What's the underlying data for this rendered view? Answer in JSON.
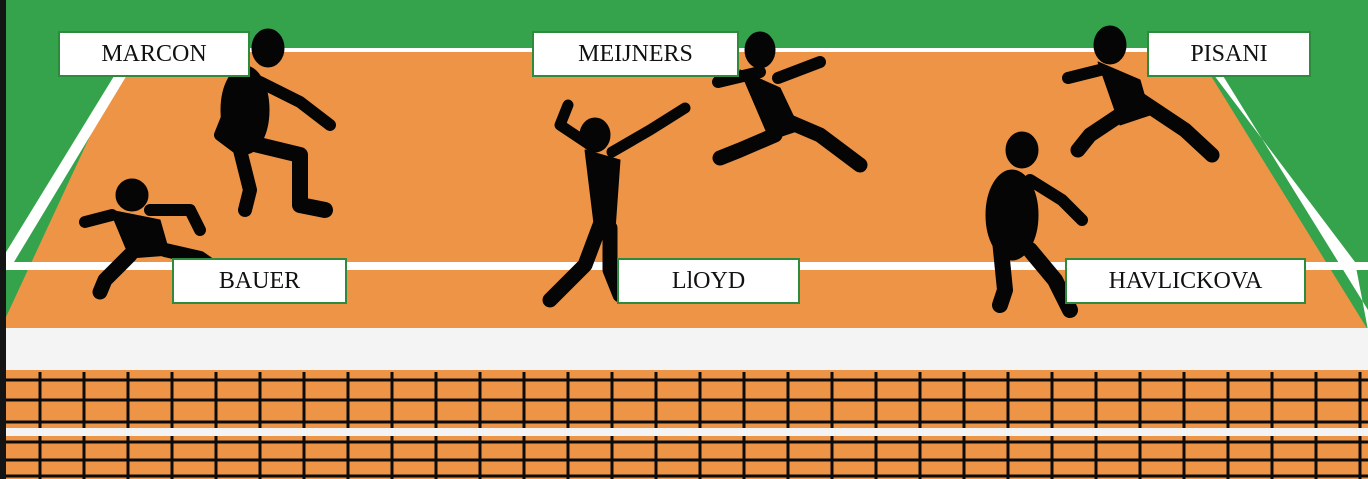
{
  "scene": {
    "colors": {
      "grass": "#35a34b",
      "court": "#ee9446",
      "court_lines": "#ffffff",
      "net_tape": "#f4f4f4",
      "net_mesh": "#0b0b0b",
      "silhouette": "#050505",
      "label_border": "#2e8b3d"
    }
  },
  "players": [
    {
      "id": "marcon",
      "name": "MARCON"
    },
    {
      "id": "meijners",
      "name": "MEIJNERS"
    },
    {
      "id": "pisani",
      "name": "PISANI"
    },
    {
      "id": "bauer",
      "name": "BAUER"
    },
    {
      "id": "lloyd",
      "name": "LlOYD"
    },
    {
      "id": "havlickova",
      "name": "HAVLICKOVA"
    }
  ]
}
